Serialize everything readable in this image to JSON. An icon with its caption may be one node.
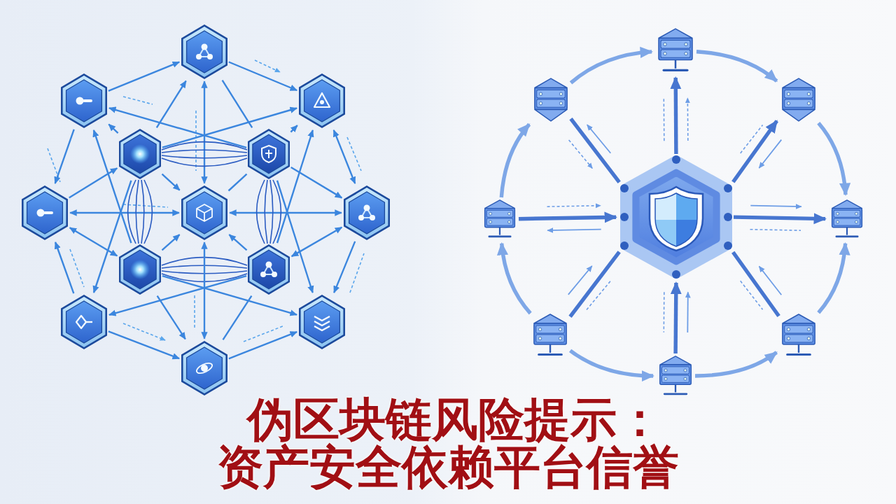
{
  "diagram": {
    "title": "伪区块链风险提示：资产安全依赖平台信誉",
    "nodes": [
      {
        "text": [],
        "shape": "hexagon"
      },
      {
        "text": [],
        "shape": "hexagon"
      },
      {
        "text": [],
        "shape": "hexagon"
      },
      {
        "text": [],
        "shape": "hexagon"
      },
      {
        "text": [],
        "shape": "hexagon"
      },
      {
        "text": [],
        "shape": "hexagon"
      },
      {
        "text": [],
        "shape": "hexagon"
      },
      {
        "text": [],
        "shape": "hexagon"
      },
      {
        "text": [],
        "shape": "hexagon"
      },
      {
        "text": [],
        "shape": "hexagon"
      },
      {
        "text": [],
        "shape": "hexagon"
      },
      {
        "text": [],
        "shape": "hexagon"
      },
      {
        "text": [],
        "shape": "hexagon"
      },
      {
        "text": [],
        "shape": "server"
      },
      {
        "text": [],
        "shape": "server"
      },
      {
        "text": [],
        "shape": "server"
      },
      {
        "text": [],
        "shape": "server"
      },
      {
        "text": [],
        "shape": "shield"
      },
      {
        "text": [],
        "shape": "server"
      },
      {
        "text": [],
        "shape": "server"
      },
      {
        "text": [],
        "shape": "server"
      },
      {
        "text": [],
        "shape": "server"
      }
    ],
    "edges": [
      {
        "from": 1,
        "to": 0,
        "arrow": "to"
      },
      {
        "from": 0,
        "to": 2,
        "arrow": "to"
      },
      {
        "from": 0,
        "to": 6,
        "arrow": "both"
      },
      {
        "from": 4,
        "to": 1,
        "arrow": "to"
      },
      {
        "from": 3,
        "to": 2,
        "arrow": "to"
      },
      {
        "from": 3,
        "to": 0,
        "arrow": "to"
      },
      {
        "from": 4,
        "to": 0,
        "arrow": "none"
      },
      {
        "from": 3,
        "to": 1,
        "arrow": "to"
      },
      {
        "from": 1,
        "to": 5,
        "arrow": "to"
      },
      {
        "from": 8,
        "to": 1,
        "arrow": "to"
      },
      {
        "from": 5,
        "to": 3,
        "arrow": "to"
      },
      {
        "from": 3,
        "to": 6,
        "arrow": "to"
      },
      {
        "from": 5,
        "to": 6,
        "arrow": "both"
      },
      {
        "from": 6,
        "to": 7,
        "arrow": "both"
      },
      {
        "from": 2,
        "to": 7,
        "arrow": "both"
      },
      {
        "from": 4,
        "to": 2,
        "arrow": "to"
      },
      {
        "from": 9,
        "to": 2,
        "arrow": "to"
      },
      {
        "from": 4,
        "to": 7,
        "arrow": "to"
      },
      {
        "from": 4,
        "to": 6,
        "arrow": "none"
      },
      {
        "from": 3,
        "to": 4,
        "arrow": "none",
        "color": "#2b5cc2"
      },
      {
        "from": 3,
        "to": 8,
        "arrow": "none",
        "color": "#2b5cc2"
      },
      {
        "from": 4,
        "to": 9,
        "arrow": "none",
        "color": "#2b5cc2"
      },
      {
        "from": 8,
        "to": 9,
        "arrow": "none",
        "color": "#2b5cc2"
      },
      {
        "from": 5,
        "to": 8,
        "arrow": "both"
      },
      {
        "from": 10,
        "to": 5,
        "arrow": "to"
      },
      {
        "from": 8,
        "to": 6,
        "arrow": "to"
      },
      {
        "from": 6,
        "to": 12,
        "arrow": "both"
      },
      {
        "from": 9,
        "to": 6,
        "arrow": "to"
      },
      {
        "from": 9,
        "to": 7,
        "arrow": "both"
      },
      {
        "from": 7,
        "to": 11,
        "arrow": "to"
      },
      {
        "from": 4,
        "to": 11,
        "arrow": "to"
      },
      {
        "from": 3,
        "to": 10,
        "arrow": "to"
      },
      {
        "from": 9,
        "to": 10,
        "arrow": "to"
      },
      {
        "from": 8,
        "to": 11,
        "arrow": "to"
      },
      {
        "from": 8,
        "to": 12,
        "arrow": "to"
      },
      {
        "from": 12,
        "to": 9,
        "arrow": "none"
      },
      {
        "from": 10,
        "to": 12,
        "arrow": "to"
      },
      {
        "from": 12,
        "to": 11,
        "arrow": "to"
      },
      {
        "from": 17,
        "to": 13,
        "arrow": "to",
        "style": "thick",
        "color": "#4776d0"
      },
      {
        "from": 14,
        "to": 17,
        "arrow": "none",
        "style": "thick",
        "color": "#4776d0"
      },
      {
        "from": 17,
        "to": 15,
        "arrow": "to",
        "style": "thick",
        "color": "#4776d0"
      },
      {
        "from": 16,
        "to": 17,
        "arrow": "to",
        "style": "thick",
        "color": "#4776d0"
      },
      {
        "from": 17,
        "to": 18,
        "arrow": "to",
        "style": "thick",
        "color": "#4776d0"
      },
      {
        "from": 19,
        "to": 17,
        "arrow": "none",
        "style": "thick",
        "color": "#4776d0"
      },
      {
        "from": 21,
        "to": 17,
        "arrow": "to",
        "style": "thick",
        "color": "#4776d0"
      },
      {
        "from": 17,
        "to": 20,
        "arrow": "none",
        "style": "thick",
        "color": "#4776d0"
      },
      {
        "from": 14,
        "to": 13,
        "arrow": "to",
        "style": "thick",
        "color": "#7ea7e7"
      },
      {
        "from": 13,
        "to": 15,
        "arrow": "to",
        "style": "thick",
        "color": "#7ea7e7"
      },
      {
        "from": 15,
        "to": 18,
        "arrow": "to",
        "style": "thick",
        "color": "#7ea7e7"
      },
      {
        "from": 20,
        "to": 18,
        "arrow": "to",
        "style": "thick",
        "color": "#7ea7e7"
      },
      {
        "from": 21,
        "to": 20,
        "arrow": "to",
        "style": "thick",
        "color": "#7ea7e7"
      },
      {
        "from": 19,
        "to": 21,
        "arrow": "to",
        "style": "thick",
        "color": "#7ea7e7"
      },
      {
        "from": 19,
        "to": 16,
        "arrow": "to",
        "style": "thick",
        "color": "#7ea7e7"
      },
      {
        "from": 16,
        "to": 14,
        "arrow": "to",
        "style": "thick",
        "color": "#7ea7e7"
      }
    ]
  }
}
